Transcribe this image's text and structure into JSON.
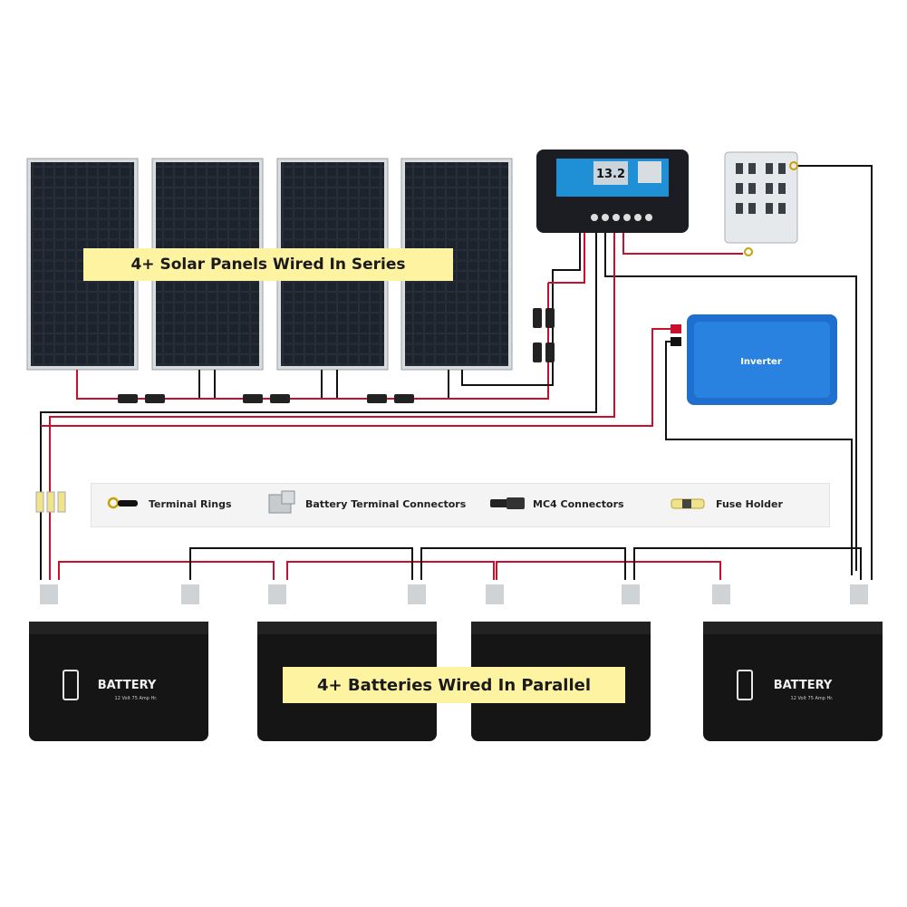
{
  "panels_label": "4+ Solar Panels Wired In Series",
  "batteries_label": "4+ Batteries Wired In Parallel",
  "legend": {
    "rings": "Terminal Rings",
    "battery_terminal_connectors": "Battery Terminal Connectors",
    "mc4": "MC4 Connectors",
    "fuse_holder": "Fuse Holder"
  },
  "inverter_label": "Inverter",
  "controller_display": "13.2",
  "battery_brand": "BATTERY",
  "battery_spec": "12 Volt 75 Amp Hr.",
  "colors": {
    "positive_wire": "#c8102e",
    "negative_wire": "#111111",
    "inverter_blue": "#1f6fcf",
    "callout_yellow": "#fdf3a0"
  }
}
